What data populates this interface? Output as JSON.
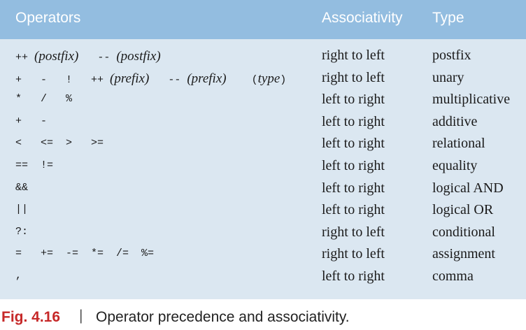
{
  "header": {
    "operators": "Operators",
    "associativity": "Associativity",
    "type": "Type"
  },
  "rows": [
    {
      "ops": [
        {
          "t": "++ "
        },
        {
          "t": "(postfix)",
          "i": true
        },
        {
          "t": "   -- "
        },
        {
          "t": "(postfix)",
          "i": true
        }
      ],
      "assoc": "right to left",
      "type": "postfix"
    },
    {
      "ops": [
        {
          "t": "+   -   !   ++ "
        },
        {
          "t": "(prefix)",
          "i": true
        },
        {
          "t": "   -- "
        },
        {
          "t": "(prefix)",
          "i": true
        },
        {
          "t": "    ("
        },
        {
          "t": "type",
          "i": true
        },
        {
          "t": ")"
        }
      ],
      "assoc": "right to left",
      "type": "unary"
    },
    {
      "ops": [
        {
          "t": "*   /   %"
        }
      ],
      "assoc": "left to right",
      "type": "multiplicative"
    },
    {
      "ops": [
        {
          "t": "+   -"
        }
      ],
      "assoc": "left to right",
      "type": "additive"
    },
    {
      "ops": [
        {
          "t": "<   <=  >   >="
        }
      ],
      "assoc": "left to right",
      "type": "relational"
    },
    {
      "ops": [
        {
          "t": "==  !="
        }
      ],
      "assoc": "left to right",
      "type": "equality"
    },
    {
      "ops": [
        {
          "t": "&&"
        }
      ],
      "assoc": "left to right",
      "type": "logical AND"
    },
    {
      "ops": [
        {
          "t": "||"
        }
      ],
      "assoc": "left to right",
      "type": "logical OR"
    },
    {
      "ops": [
        {
          "t": "?:"
        }
      ],
      "assoc": "right to left",
      "type": "conditional"
    },
    {
      "ops": [
        {
          "t": "=   +=  -=  *=  /=  %="
        }
      ],
      "assoc": "right to left",
      "type": "assignment"
    },
    {
      "ops": [
        {
          "t": ","
        }
      ],
      "assoc": "left to right",
      "type": "comma"
    }
  ],
  "caption": {
    "figure": "Fig. 4.16",
    "separator": "|",
    "text": "Operator precedence and associativity."
  }
}
